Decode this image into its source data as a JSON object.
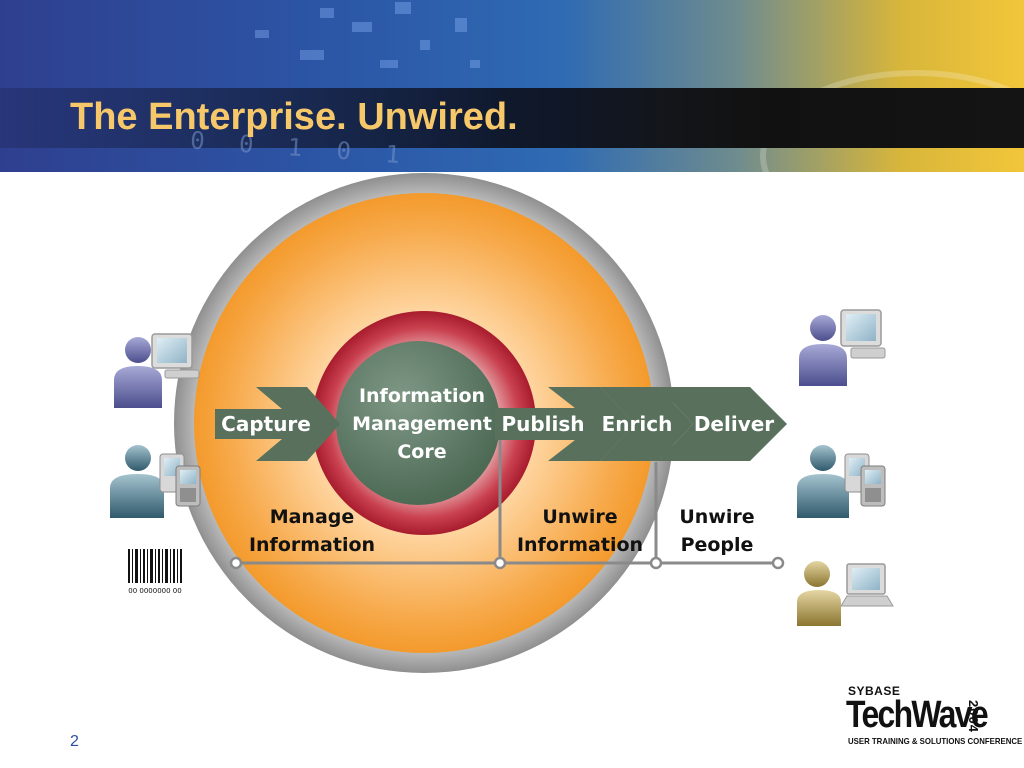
{
  "slide": {
    "title": "The Enterprise. Unwired.",
    "page_number": "2",
    "header_binary": "0 0 1 0 1"
  },
  "diagram": {
    "core_label": [
      "Information",
      "Management",
      "Core"
    ],
    "arrows": [
      {
        "label": "Capture"
      },
      {
        "label": "Publish"
      },
      {
        "label": "Enrich"
      },
      {
        "label": "Deliver"
      }
    ],
    "stages": [
      {
        "label": [
          "Manage",
          "Information"
        ]
      },
      {
        "label": [
          "Unwire",
          "Information"
        ]
      },
      {
        "label": [
          "Unwire",
          "People"
        ]
      }
    ],
    "barcode_text": "00  0000000  00",
    "colors": {
      "outer_ring": "#9a9a9a",
      "orange_field": "#f6a43a",
      "red_ring": "#c0283a",
      "core": "#5d7a65",
      "arrow": "#58705c",
      "timeline": "#8a8a8a"
    },
    "left_icons": [
      "person-desktop-icon",
      "person-mobile-icon",
      "barcode-icon"
    ],
    "right_icons": [
      "person-desktop-icon",
      "person-mobile-icon",
      "person-laptop-icon"
    ]
  },
  "logo": {
    "brand": "SYBASE",
    "product": "TechWave",
    "year": "2004",
    "tagline": "USER TRAINING & SOLUTIONS CONFERENCE"
  }
}
